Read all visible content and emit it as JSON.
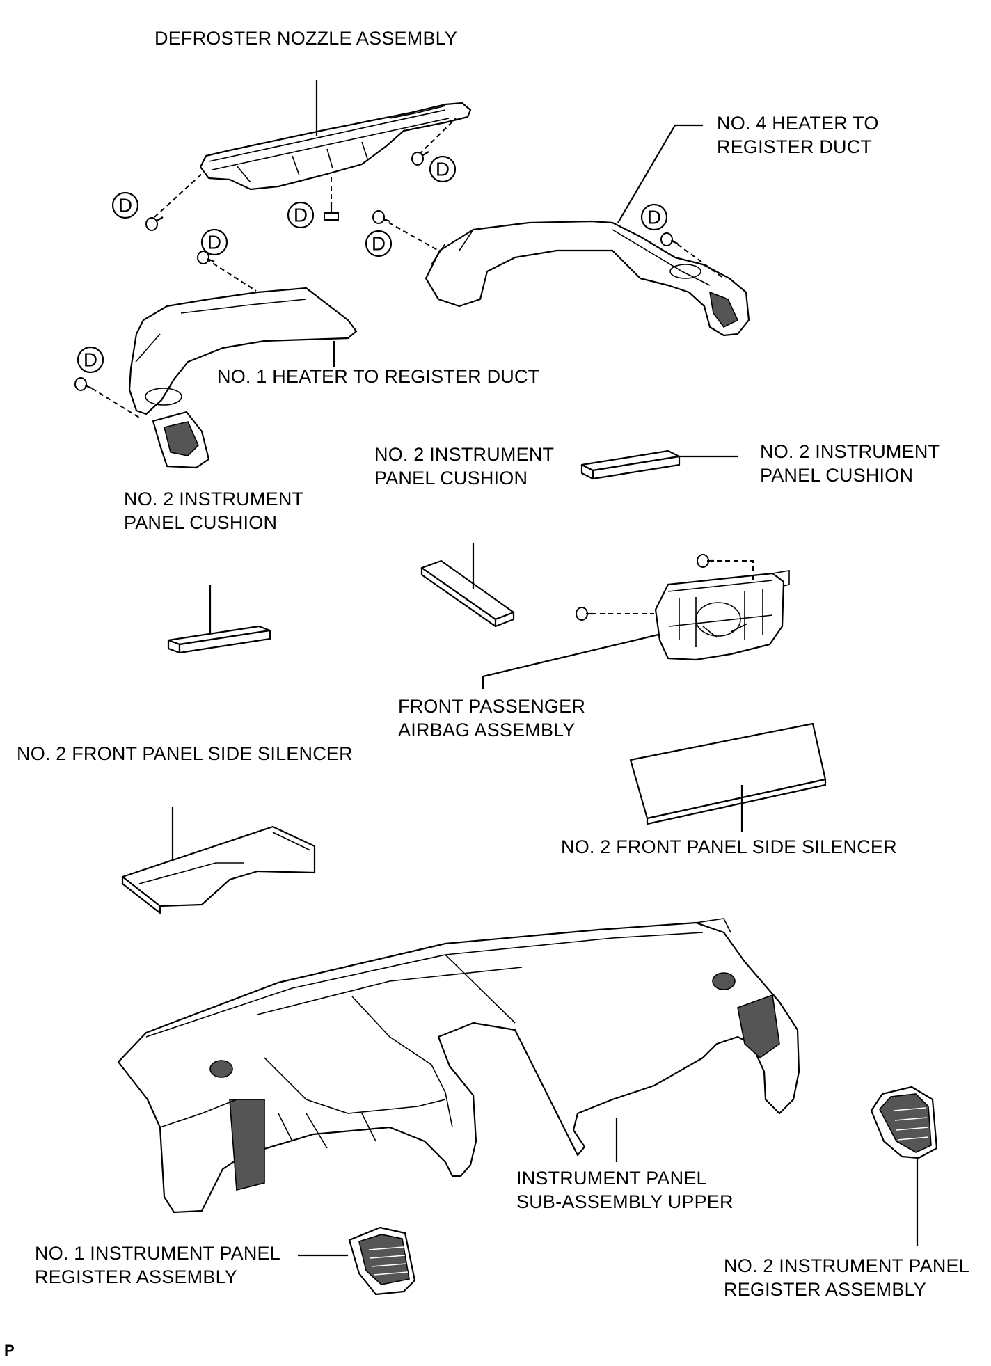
{
  "labels": {
    "defroster_nozzle": "DEFROSTER NOZZLE ASSEMBLY",
    "no4_duct": [
      "NO. 4 HEATER TO",
      "REGISTER DUCT"
    ],
    "no1_duct": "NO. 1 HEATER TO REGISTER DUCT",
    "cushion_center": [
      "NO. 2 INSTRUMENT",
      "PANEL CUSHION"
    ],
    "cushion_right": [
      "NO. 2 INSTRUMENT",
      "PANEL CUSHION"
    ],
    "cushion_left": [
      "NO. 2 INSTRUMENT",
      "PANEL CUSHION"
    ],
    "airbag": [
      "FRONT PASSENGER",
      "AIRBAG ASSEMBLY"
    ],
    "silencer_left": "NO. 2 FRONT PANEL SIDE SILENCER",
    "silencer_right": "NO. 2 FRONT PANEL SIDE SILENCER",
    "panel_upper": [
      "INSTRUMENT PANEL",
      "SUB-ASSEMBLY UPPER"
    ],
    "register_no1": [
      "NO. 1 INSTRUMENT PANEL",
      "REGISTER ASSEMBLY"
    ],
    "register_no2": [
      "NO. 2 INSTRUMENT PANEL",
      "REGISTER ASSEMBLY"
    ]
  },
  "callout_letter": "D",
  "footer_code": "P"
}
